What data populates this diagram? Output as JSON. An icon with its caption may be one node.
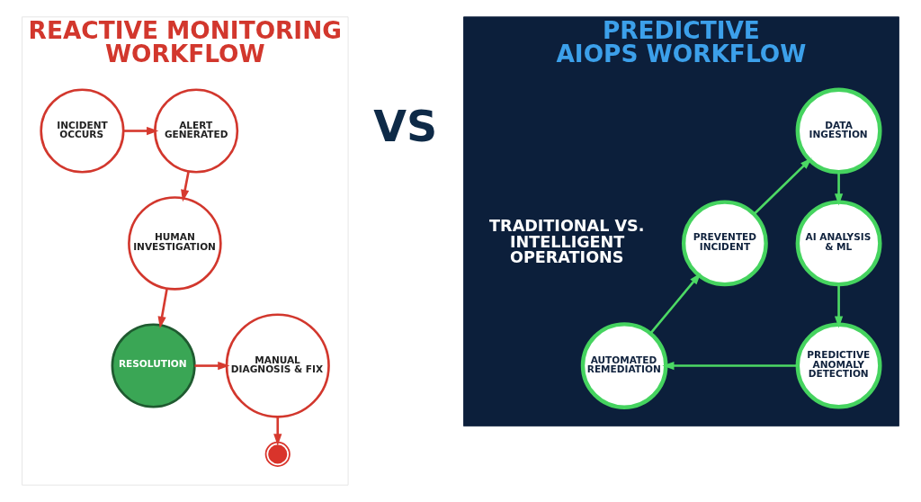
{
  "diagram": {
    "nodes": [
      {
        "text": [
          "REACTIVE MONITORING WORKFLOW"
        ]
      },
      {
        "text": [
          "INCIDENT OCCURS"
        ],
        "in": 0
      },
      {
        "text": [
          "ALERT GENERATED"
        ],
        "in": 0
      },
      {
        "text": [
          "HUMAN INVESTIGATION"
        ],
        "in": 0
      },
      {
        "text": [
          "RESOLUTION"
        ],
        "in": 0
      },
      {
        "text": [
          "MANUAL DIAGNOSIS & FIX"
        ],
        "in": 0
      },
      {
        "text": [],
        "shape": "circle",
        "in": 0
      },
      {
        "text": [
          "PREDICTIVE AIOPS WORKFLOW"
        ]
      },
      {
        "text": [
          "DATA INGESTION"
        ],
        "in": 7
      },
      {
        "text": [
          "PREVENTED INCIDENT"
        ],
        "in": 7
      },
      {
        "text": [
          "AI ANALYSIS & ML"
        ],
        "in": 7
      },
      {
        "text": [
          "AUTOMATED REMEDIATION"
        ],
        "in": 7
      },
      {
        "text": [
          "PREDICTIVE ANOMALY DETECTION"
        ],
        "in": 7
      }
    ],
    "edges": [
      {
        "from": 1,
        "to": 2,
        "arrow": "to",
        "color": "#d63a2f"
      },
      {
        "from": 2,
        "to": 3,
        "arrow": "to",
        "color": "#d63a2f"
      },
      {
        "from": 3,
        "to": 4,
        "arrow": "to",
        "color": "#d63a2f"
      },
      {
        "from": 4,
        "to": 5,
        "arrow": "to",
        "color": "#d63a2f"
      },
      {
        "from": 5,
        "to": 6,
        "arrow": "to",
        "color": "#d63a2f"
      },
      {
        "from": 8,
        "to": 10,
        "arrow": "to",
        "color": "#4cd964"
      },
      {
        "from": 10,
        "to": 12,
        "arrow": "to",
        "color": "#4cd964"
      },
      {
        "from": 12,
        "to": 11,
        "arrow": "to",
        "color": "#4cd964"
      },
      {
        "from": 11,
        "to": 9,
        "arrow": "to",
        "color": "#4cd964"
      },
      {
        "from": 9,
        "to": 8,
        "arrow": "to",
        "color": "#4cd964"
      }
    ],
    "labels": [
      "VS",
      "TRADITIONAL VS. INTELLIGENT OPERATIONS"
    ]
  }
}
